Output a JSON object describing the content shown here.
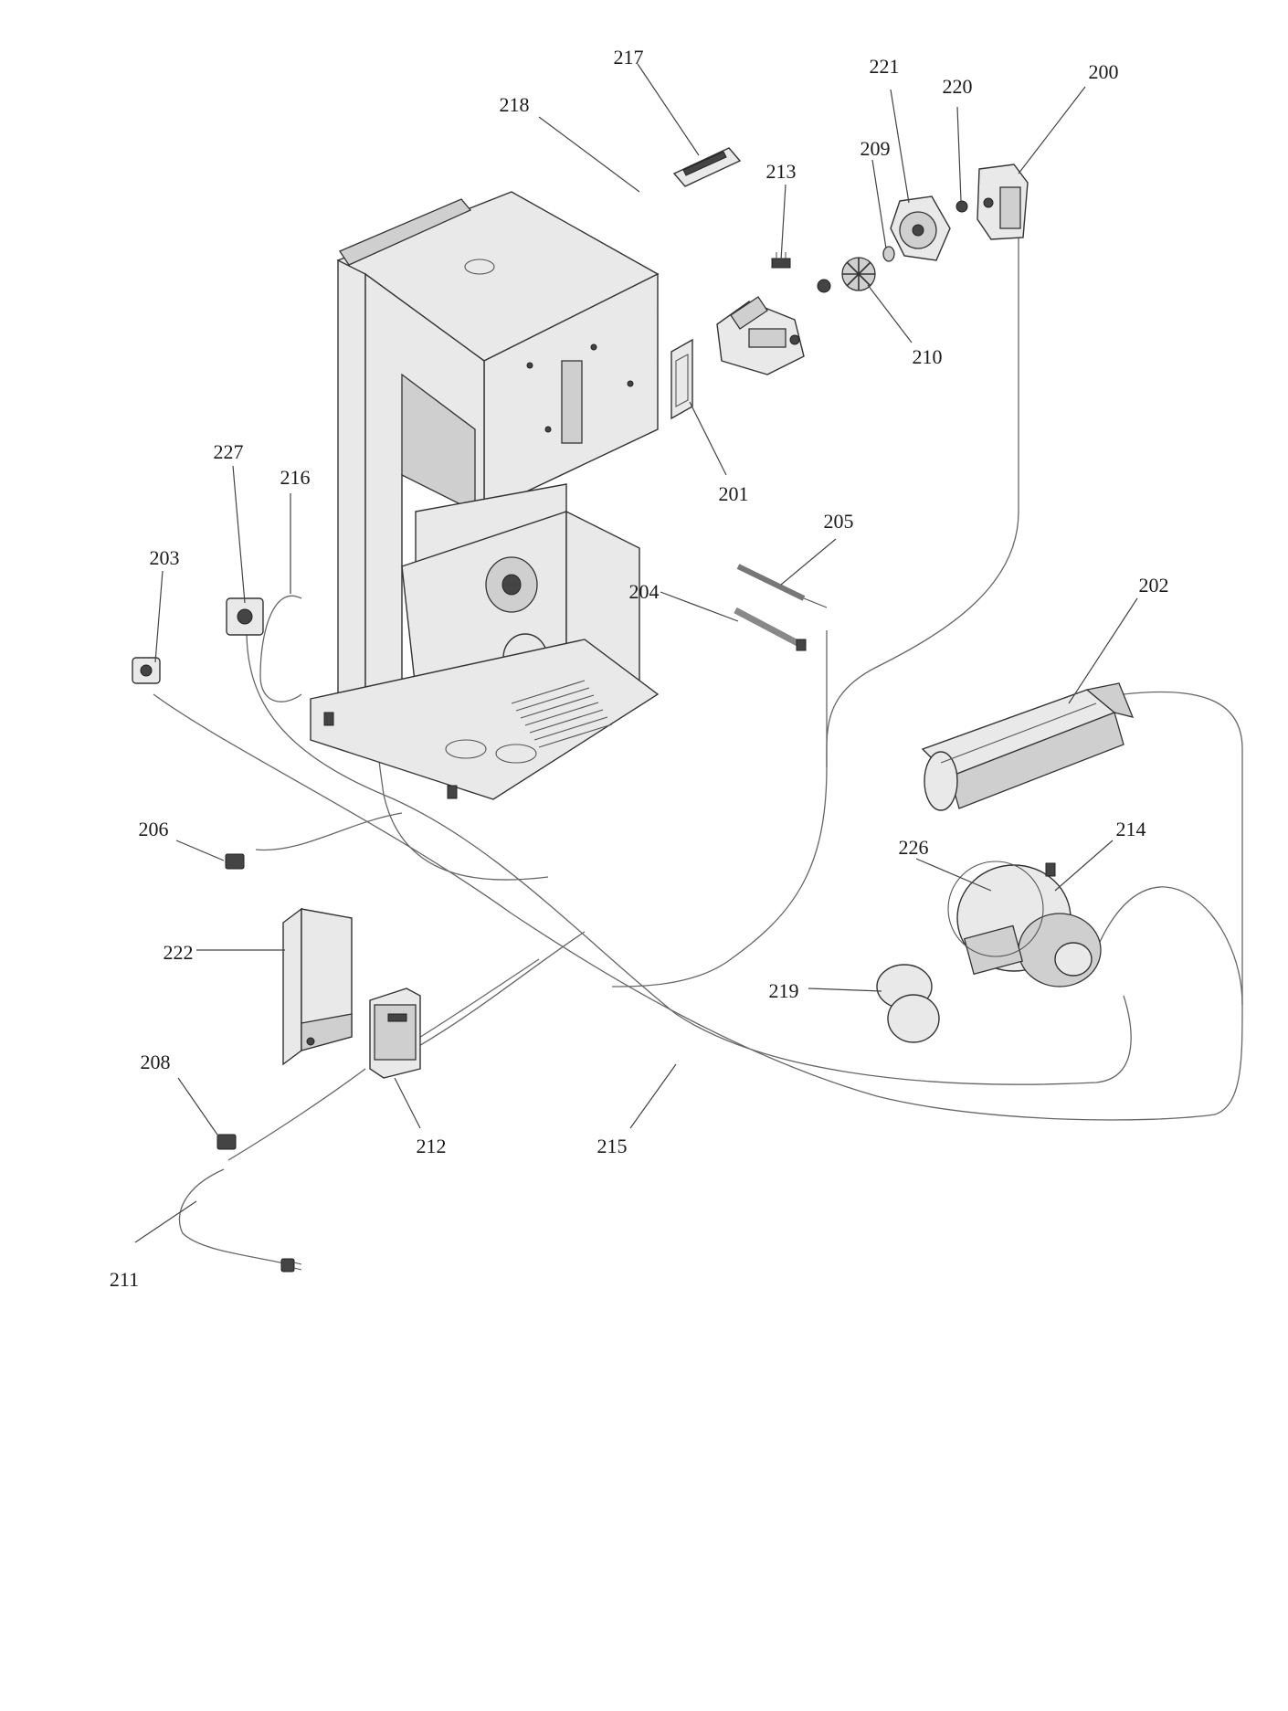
{
  "labels": {
    "p200": "200",
    "p201": "201",
    "p202": "202",
    "p203": "203",
    "p204": "204",
    "p205": "205",
    "p206": "206",
    "p208": "208",
    "p209": "209",
    "p210": "210",
    "p211": "211",
    "p212": "212",
    "p213": "213",
    "p214": "214",
    "p215": "215",
    "p216": "216",
    "p217": "217",
    "p218": "218",
    "p219": "219",
    "p220": "220",
    "p221": "221",
    "p222": "222",
    "p226": "226",
    "p227": "227"
  }
}
